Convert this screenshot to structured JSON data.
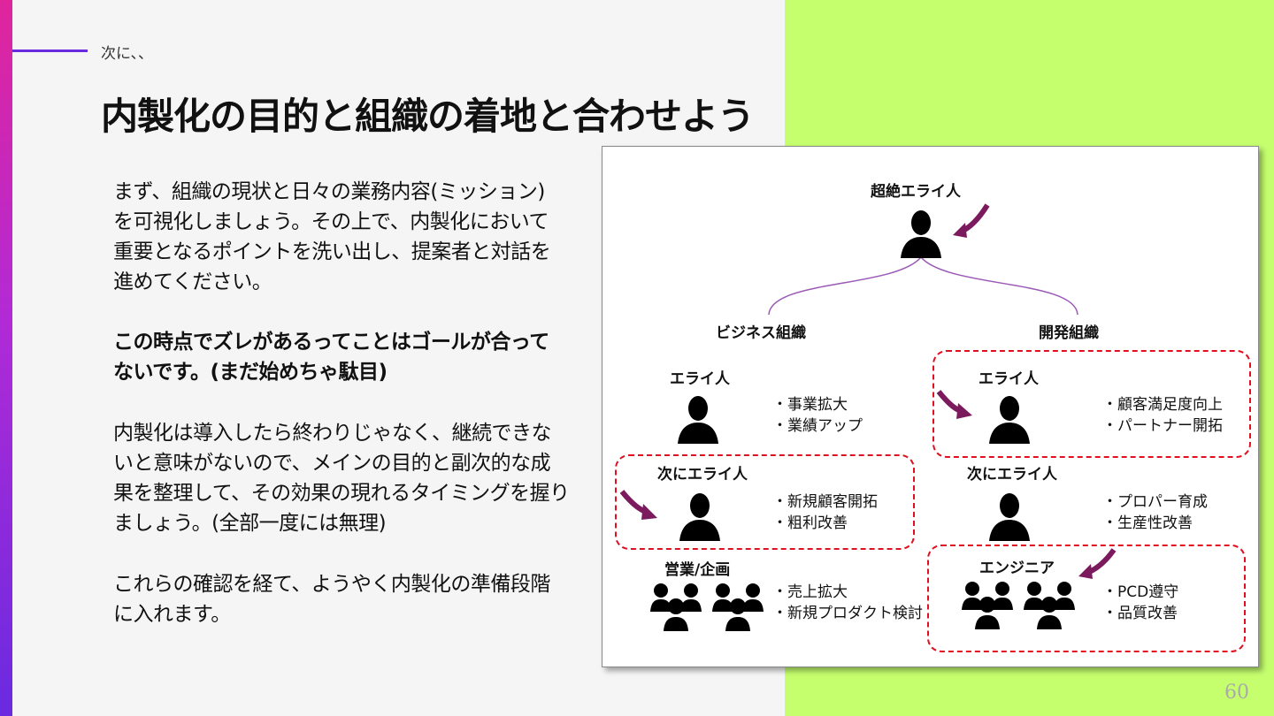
{
  "section_label": "次に、、",
  "title": "内製化の目的と組織の着地と合わせよう",
  "body": {
    "p1": [
      "まず、組織の現状と日々の業務内容(ミッション)",
      "を可視化しましょう。その上で、内製化において",
      "重要となるポイントを洗い出し、提案者と対話を",
      "進めてください。"
    ],
    "p2": [
      "この時点でズレがあるってことはゴールが合って",
      "ないです。(まだ始めちゃ駄目)"
    ],
    "p3": [
      "内製化は導入したら終わりじゃなく、継続できな",
      "いと意味がないので、メインの目的と副次的な成",
      "果を整理して、その効果の現れるタイミングを握り",
      "ましょう。(全部一度には無理)"
    ],
    "p4": [
      "これらの確認を経て、ようやく内製化の準備段階",
      "に入れます。"
    ]
  },
  "diagram": {
    "top_label": "超絶エライ人",
    "business": {
      "title": "ビジネス組織",
      "level1": {
        "label": "エライ人",
        "items": [
          "・事業拡大",
          "・業績アップ"
        ]
      },
      "level2": {
        "label": "次にエライ人",
        "items": [
          "・新規顧客開拓",
          "・粗利改善"
        ]
      },
      "level3": {
        "label": "営業/企画",
        "items": [
          "・売上拡大",
          "・新規プロダクト検討"
        ]
      }
    },
    "dev": {
      "title": "開発組織",
      "level1": {
        "label": "エライ人",
        "items": [
          "・顧客満足度向上",
          "・パートナー開拓"
        ]
      },
      "level2": {
        "label": "次にエライ人",
        "items": [
          "・プロパー育成",
          "・生産性改善"
        ]
      },
      "level3": {
        "label": "エンジニア",
        "items": [
          "・PCD遵守",
          "・品質改善"
        ]
      }
    },
    "colors": {
      "arrow": "#7b1a5c",
      "highlight": "#e01020",
      "connector": "#9b59b6"
    }
  },
  "page_number": "60"
}
